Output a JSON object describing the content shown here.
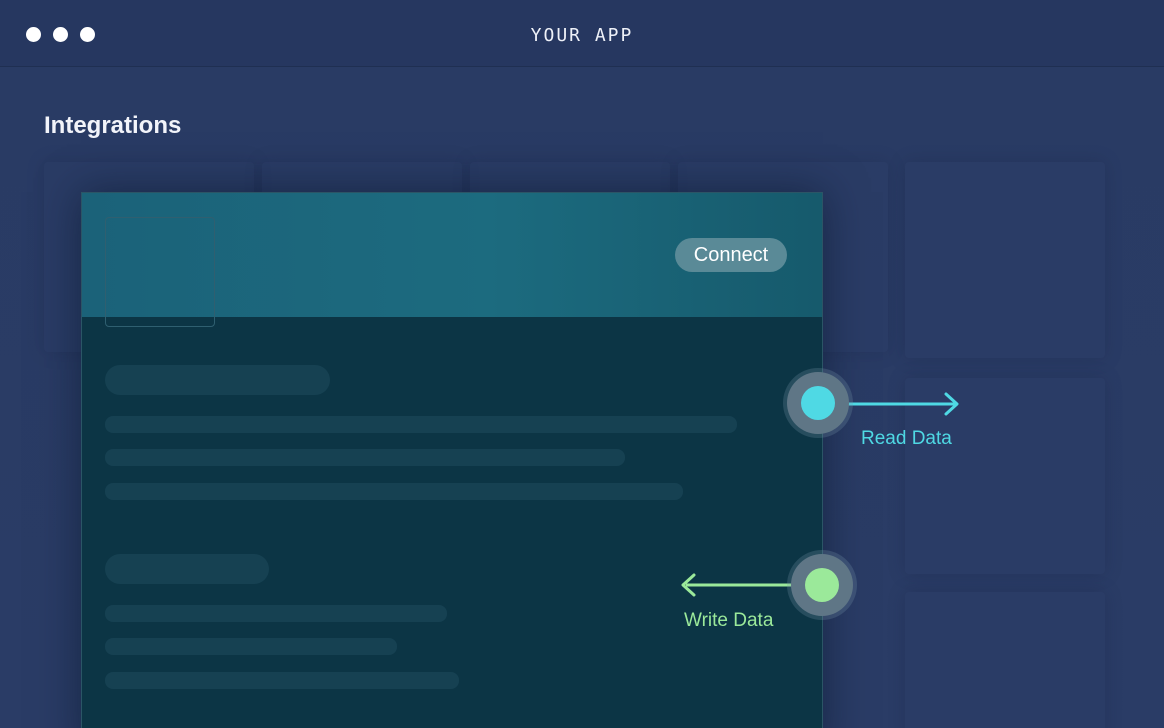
{
  "window": {
    "title": "YOUR APP",
    "controls": [
      "close",
      "minimize",
      "maximize"
    ]
  },
  "page": {
    "title": "Integrations"
  },
  "card": {
    "connect_label": "Connect"
  },
  "flows": {
    "read_label": "Read Data",
    "write_label": "Write Data"
  },
  "colors": {
    "background": "#283a62",
    "card_header": "#1c6b7f",
    "card_body": "#0c3545",
    "read": "#4fd9e4",
    "write": "#9be99a"
  }
}
